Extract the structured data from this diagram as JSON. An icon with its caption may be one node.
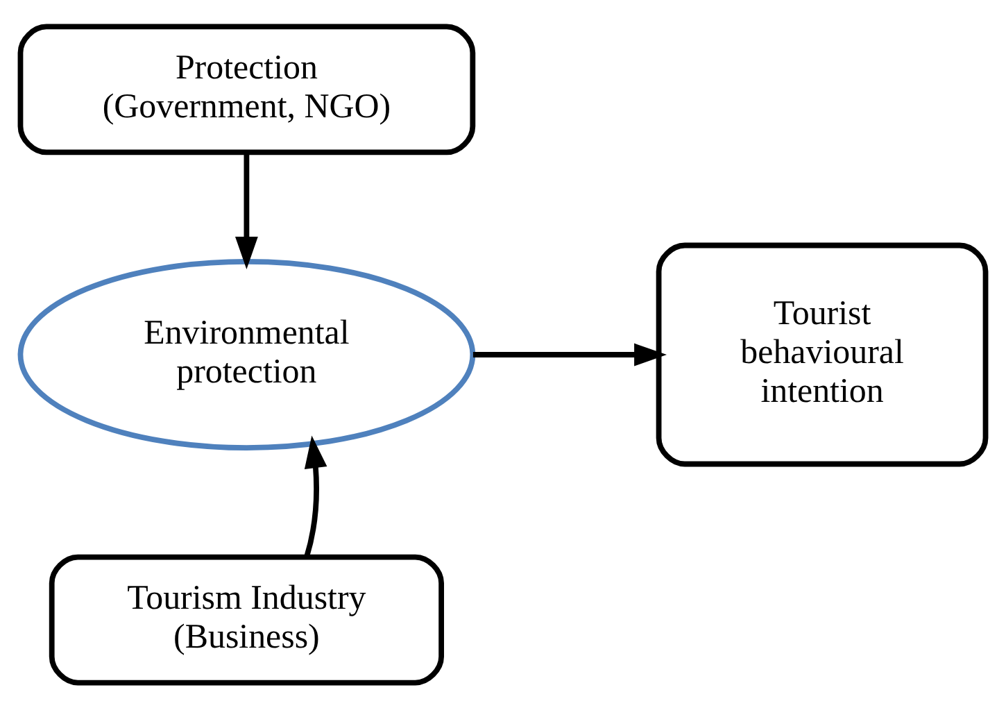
{
  "diagram": {
    "nodes": [
      {
        "text": [
          "Protection (Government, NGO)"
        ]
      },
      {
        "text": [
          "Environmental protection"
        ]
      },
      {
        "text": [
          "Tourist behavioural intention"
        ]
      },
      {
        "text": [
          "Tourism Industry (Business)"
        ]
      }
    ],
    "edges": [
      {
        "from": 0,
        "to": 1,
        "arrow": "to"
      },
      {
        "from": 3,
        "to": 1,
        "arrow": "to"
      },
      {
        "from": 1,
        "to": 2,
        "arrow": "to"
      }
    ]
  }
}
